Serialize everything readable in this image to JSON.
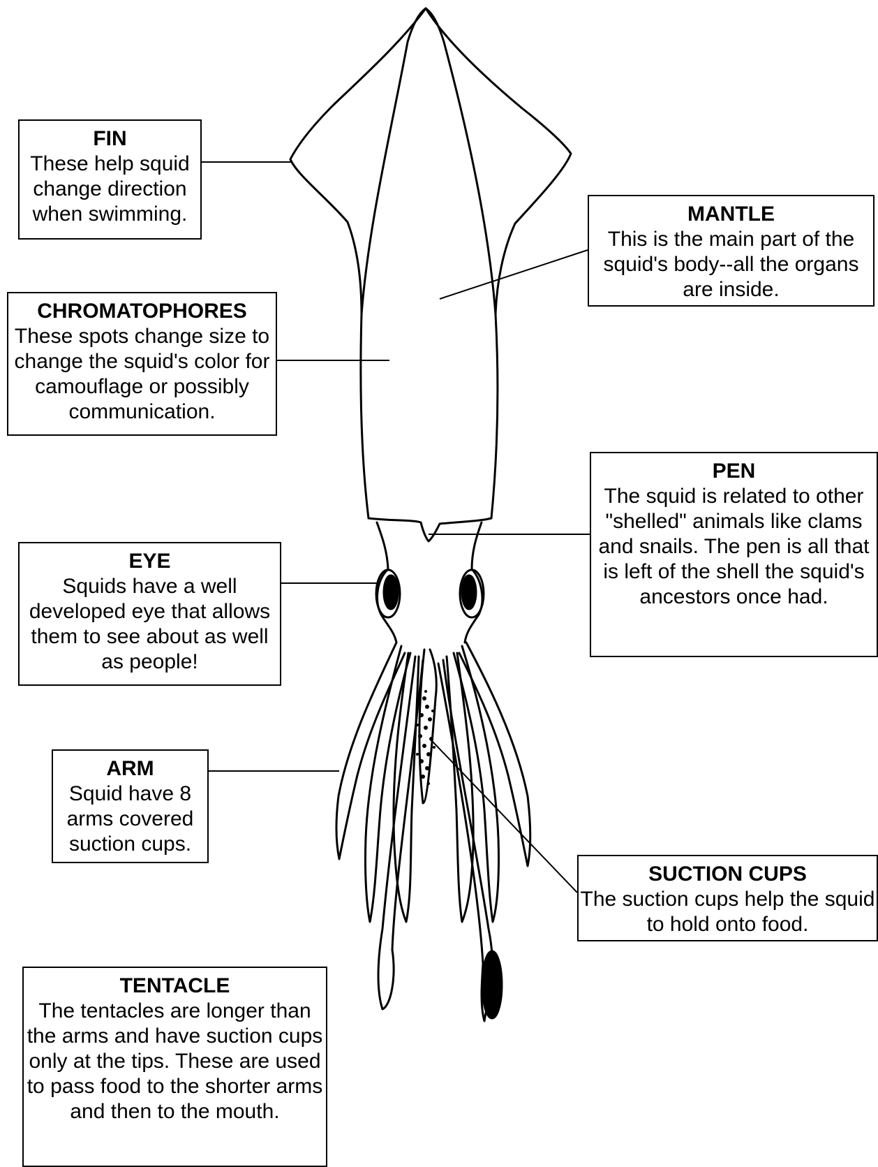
{
  "labels": {
    "fin": {
      "title": "FIN",
      "text": "These help squid change direction when swimming."
    },
    "mantle": {
      "title": "MANTLE",
      "text": "This is the main part of the squid's body--all the organs are inside."
    },
    "chromatophores": {
      "title": "CHROMATOPHORES",
      "text": "These spots change size to change the squid's color for camouflage or possibly communication."
    },
    "pen": {
      "title": "PEN",
      "text": "The squid is related to other \"shelled\" animals like clams and snails.  The pen is all that is left of the shell the squid's ancestors once had."
    },
    "eye": {
      "title": "EYE",
      "text": "Squids have a well developed eye that allows them to see about as well as people!"
    },
    "arm": {
      "title": "ARM",
      "text": "Squid have 8 arms covered suction cups."
    },
    "suction_cups": {
      "title": "SUCTION CUPS",
      "text": "The suction cups help the squid to hold onto food."
    },
    "tentacle": {
      "title": "TENTACLE",
      "text": "The tentacles are longer than the arms and have suction cups only at the tips. These are used to pass food to the shorter arms and then to the mouth."
    }
  }
}
